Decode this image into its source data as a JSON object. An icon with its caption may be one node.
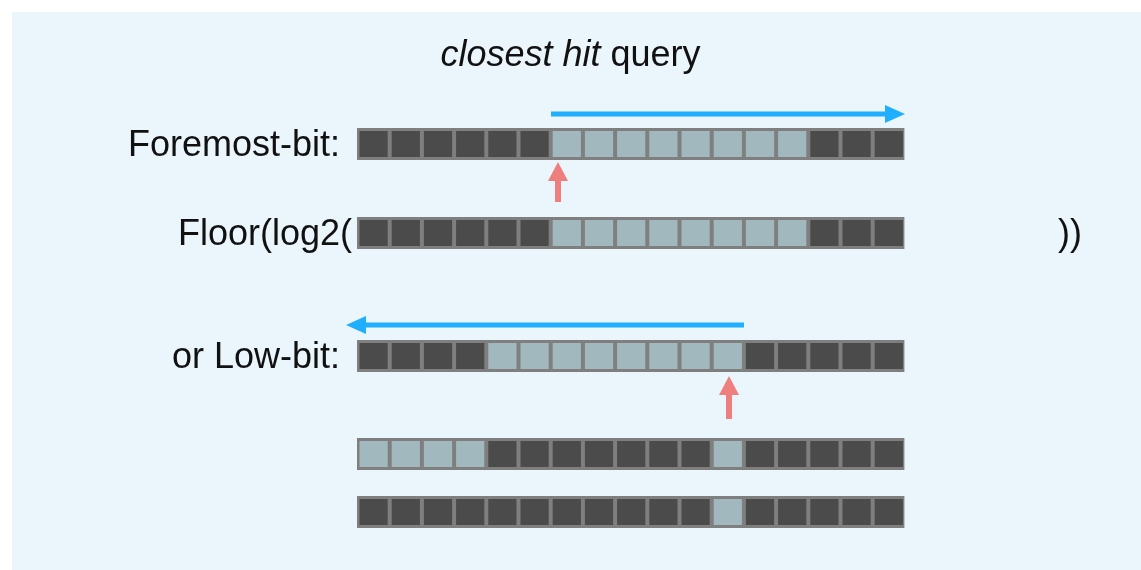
{
  "diagram": {
    "title": "*closest hit* query",
    "labels": [
      "Foremost-bit:",
      "Floor(log2(",
      "))",
      "or Low-bit:"
    ]
  }
}
